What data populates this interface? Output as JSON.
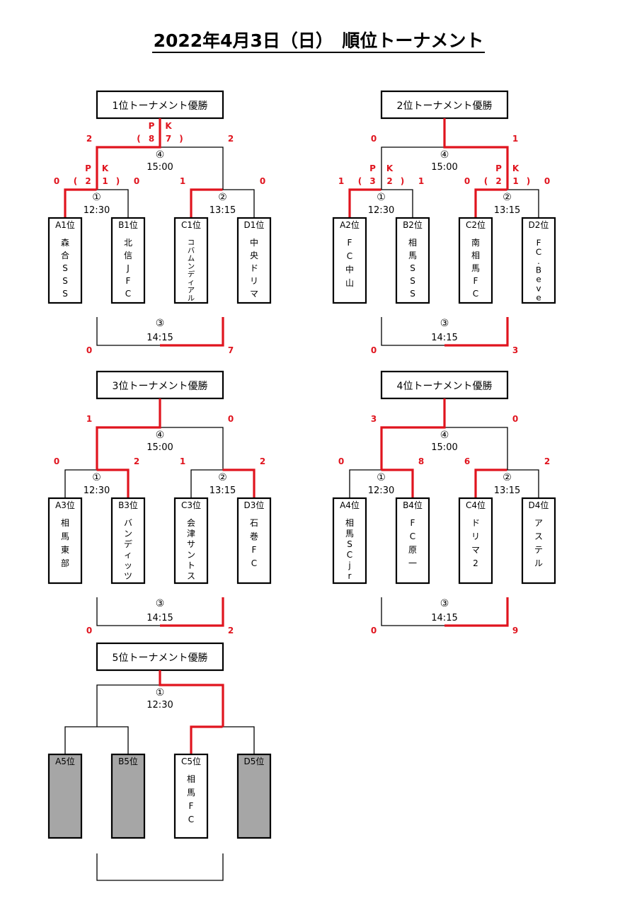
{
  "title": "2022年4月3日（日）　順位トーナメント",
  "tournaments": [
    {
      "header": "1位トーナメント優勝",
      "teams": [
        {
          "pos": "A1位",
          "name": "森合SSS",
          "gray": false
        },
        {
          "pos": "B1位",
          "name": "北信JFC",
          "gray": false
        },
        {
          "pos": "C1位",
          "name": "コバムンディアル",
          "gray": false
        },
        {
          "pos": "D1位",
          "name": "中央ドリマ",
          "gray": false
        }
      ],
      "match1": {
        "no": "①",
        "time": "12:30",
        "scoreL": "0",
        "scoreR": "0",
        "pkL": "2",
        "pkR": "1",
        "winner": "left"
      },
      "match2": {
        "no": "②",
        "time": "13:15",
        "scoreL": "1",
        "scoreR": "0",
        "winner": "left"
      },
      "final": {
        "no": "④",
        "time": "15:00",
        "scoreL": "2",
        "scoreR": "2",
        "pkL": "8",
        "pkR": "7",
        "winner": "left"
      },
      "third": {
        "no": "③",
        "time": "14:15",
        "scoreL": "0",
        "scoreR": "7",
        "winner": "right"
      }
    },
    {
      "header": "2位トーナメント優勝",
      "teams": [
        {
          "pos": "A2位",
          "name": "FC中山",
          "gray": false
        },
        {
          "pos": "B2位",
          "name": "相馬SSS",
          "gray": false
        },
        {
          "pos": "C2位",
          "name": "南相馬FC",
          "gray": false
        },
        {
          "pos": "D2位",
          "name": "FC.Beve",
          "gray": false
        }
      ],
      "match1": {
        "no": "①",
        "time": "12:30",
        "scoreL": "1",
        "scoreR": "1",
        "pkL": "3",
        "pkR": "2",
        "winner": "left"
      },
      "match2": {
        "no": "②",
        "time": "13:15",
        "scoreL": "0",
        "scoreR": "0",
        "pkL": "2",
        "pkR": "1",
        "winner": "left"
      },
      "final": {
        "no": "④",
        "time": "15:00",
        "scoreL": "0",
        "scoreR": "1",
        "winner": "right"
      },
      "third": {
        "no": "③",
        "time": "14:15",
        "scoreL": "0",
        "scoreR": "3",
        "winner": "right"
      }
    },
    {
      "header": "3位トーナメント優勝",
      "teams": [
        {
          "pos": "A3位",
          "name": "相馬東部",
          "gray": false
        },
        {
          "pos": "B3位",
          "name": "バンディッツ",
          "gray": false
        },
        {
          "pos": "C3位",
          "name": "会津サントス",
          "gray": false
        },
        {
          "pos": "D3位",
          "name": "石巻FC",
          "gray": false
        }
      ],
      "match1": {
        "no": "①",
        "time": "12:30",
        "scoreL": "0",
        "scoreR": "2",
        "winner": "right"
      },
      "match2": {
        "no": "②",
        "time": "13:15",
        "scoreL": "1",
        "scoreR": "2",
        "winner": "right"
      },
      "final": {
        "no": "④",
        "time": "15:00",
        "scoreL": "1",
        "scoreR": "0",
        "winner": "left"
      },
      "third": {
        "no": "③",
        "time": "14:15",
        "scoreL": "0",
        "scoreR": "2",
        "winner": "right"
      }
    },
    {
      "header": "4位トーナメント優勝",
      "teams": [
        {
          "pos": "A4位",
          "name": "相馬SCjr",
          "gray": false
        },
        {
          "pos": "B4位",
          "name": "FC原一",
          "gray": false
        },
        {
          "pos": "C4位",
          "name": "ドリマ2",
          "gray": false
        },
        {
          "pos": "D4位",
          "name": "アステル",
          "gray": false
        }
      ],
      "match1": {
        "no": "①",
        "time": "12:30",
        "scoreL": "0",
        "scoreR": "8",
        "winner": "right"
      },
      "match2": {
        "no": "②",
        "time": "13:15",
        "scoreL": "6",
        "scoreR": "2",
        "winner": "left"
      },
      "final": {
        "no": "④",
        "time": "15:00",
        "scoreL": "3",
        "scoreR": "0",
        "winner": "left"
      },
      "third": {
        "no": "③",
        "time": "14:15",
        "scoreL": "0",
        "scoreR": "9",
        "winner": "right"
      }
    },
    {
      "header": "5位トーナメント優勝",
      "teams": [
        {
          "pos": "A5位",
          "name": "",
          "gray": true
        },
        {
          "pos": "B5位",
          "name": "",
          "gray": true
        },
        {
          "pos": "C5位",
          "name": "相馬FC",
          "gray": false
        },
        {
          "pos": "D5位",
          "name": "",
          "gray": true
        }
      ],
      "final": {
        "no": "①",
        "time": "12:30",
        "winner": "right"
      },
      "match2": {
        "winner": "left"
      }
    }
  ],
  "pk_label": [
    "P",
    "K"
  ],
  "colors": {
    "winner_line": "#e0141e",
    "bye_box": "#a6a6a6"
  }
}
